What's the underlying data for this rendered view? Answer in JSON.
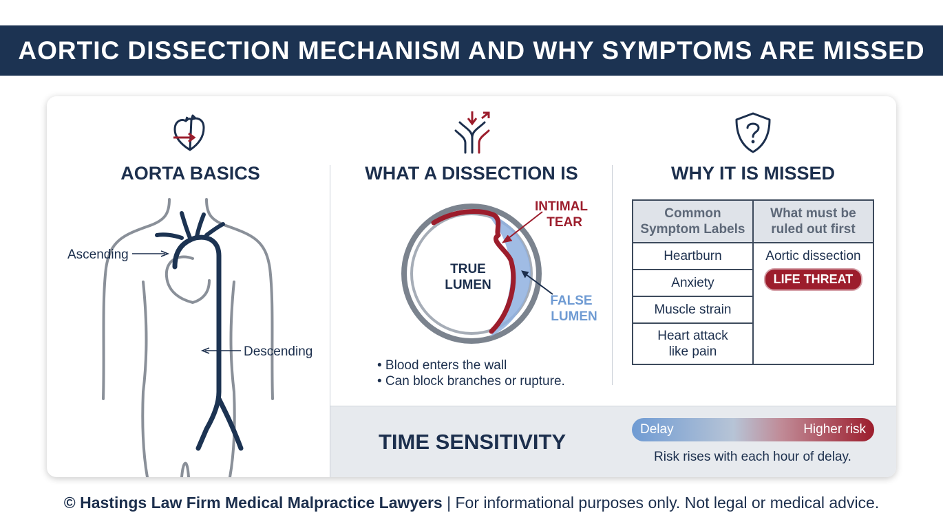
{
  "header": {
    "title": "AORTIC DISSECTION MECHANISM AND WHY SYMPTOMS ARE MISSED"
  },
  "columns": {
    "basics": {
      "title": "AORTA BASICS",
      "label_ascending": "Ascending",
      "label_descending": "Descending"
    },
    "dissection": {
      "title": "WHAT A DISSECTION IS",
      "label_tear_line1": "INTIMAL",
      "label_tear_line2": "TEAR",
      "label_true_line1": "TRUE",
      "label_true_line2": "LUMEN",
      "label_false_line1": "FALSE",
      "label_false_line2": "LUMEN",
      "bullets": [
        "• Blood enters the wall",
        "• Can block branches or rupture."
      ]
    },
    "missed": {
      "title": "WHY IT IS MISSED",
      "table": {
        "col1_header_line1": "Common",
        "col1_header_line2": "Symptom Labels",
        "col2_header_line1": "What must be",
        "col2_header_line2": "ruled out first",
        "labels": [
          "Heartburn",
          "Anxiety",
          "Muscle strain"
        ],
        "last_label_line1": "Heart attack",
        "last_label_line2": "like pain",
        "ruled_out": "Aortic dissection",
        "badge": "LIFE THREAT"
      }
    }
  },
  "time": {
    "title": "TIME SENSITIVITY",
    "bar_left": "Delay",
    "bar_right": "Higher risk",
    "note": "Risk rises with each hour of delay."
  },
  "footer": {
    "firm": "© Hastings Law Firm Medical Malpractice Lawyers",
    "rest": " | For informational purposes only. Not legal or medical advice."
  },
  "colors": {
    "navy": "#1c3352",
    "crimson": "#9c1d2c",
    "blue": "#6f9bd3",
    "gray": "#8a9099"
  },
  "icons": {
    "basics": "heart-icon",
    "dissection": "split-arrows-icon",
    "missed": "shield-question-icon"
  }
}
